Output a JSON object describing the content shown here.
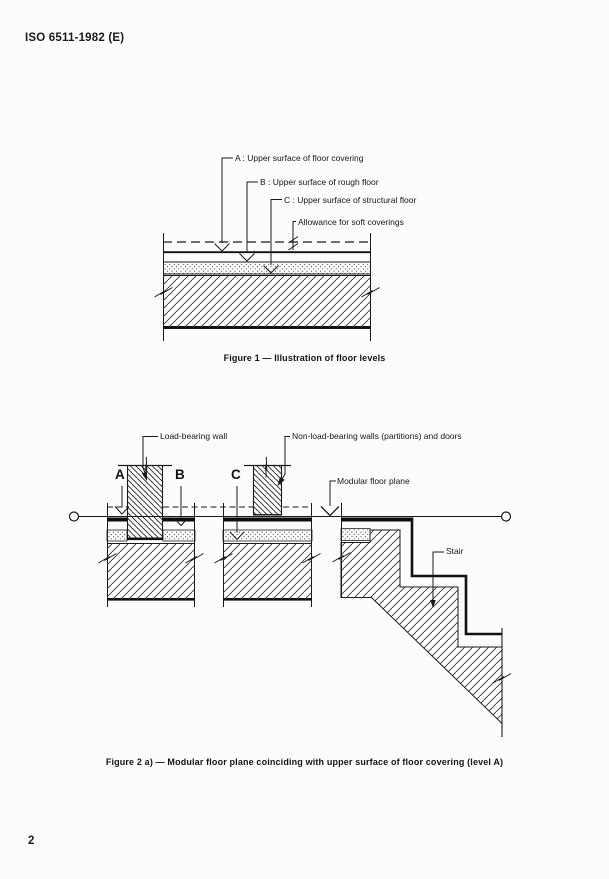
{
  "page": {
    "header": "ISO 6511-1982 (E)",
    "page_number": "2"
  },
  "figure1": {
    "caption": "Figure 1 — Illustration of floor levels",
    "labels": {
      "a": "A : Upper surface of floor covering",
      "b": "B : Upper surface of rough floor",
      "c": "C : Upper surface of structural floor",
      "allowance": "Allowance for soft coverings"
    }
  },
  "figure2": {
    "caption": "Figure 2 a) — Modular floor plane coinciding with upper surface of floor covering (level A)",
    "labels": {
      "load_bearing": "Load-bearing wall",
      "non_load_bearing": "Non-load-bearing walls (partitions) and doors",
      "modular_plane": "Modular floor plane",
      "stair": "Stair",
      "a": "A",
      "b": "B",
      "c": "C"
    }
  },
  "colors": {
    "ink": "#1a1a1a",
    "paper": "#fcfcfa"
  }
}
